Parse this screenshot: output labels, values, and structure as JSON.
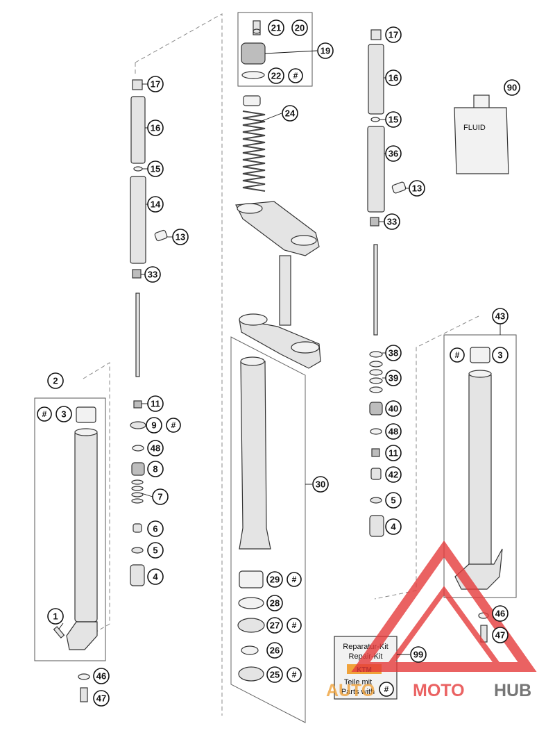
{
  "marker_hash": "#",
  "fluid_label": "FLUID",
  "kit_lines": [
    "Reparatur-Kit",
    "Repair-Kit",
    "Teile mit",
    "Parts with"
  ],
  "kit_logo": "KTM",
  "watermark": {
    "part1": "AUTO",
    "part2": "MOTO",
    "part3": "HUB",
    "color_red": "#e63b3b",
    "color_orange": "#f0a23a",
    "color_grey": "#555555"
  },
  "callouts": [
    {
      "num": "17"
    },
    {
      "num": "16"
    },
    {
      "num": "15"
    },
    {
      "num": "14"
    },
    {
      "num": "13"
    },
    {
      "num": "33"
    },
    {
      "num": "21"
    },
    {
      "num": "20"
    },
    {
      "num": "19"
    },
    {
      "num": "22"
    },
    {
      "num": "24"
    },
    {
      "num": "17"
    },
    {
      "num": "16"
    },
    {
      "num": "15"
    },
    {
      "num": "36"
    },
    {
      "num": "13"
    },
    {
      "num": "33"
    },
    {
      "num": "90"
    },
    {
      "num": "2"
    },
    {
      "num": "3"
    },
    {
      "num": "1"
    },
    {
      "num": "46"
    },
    {
      "num": "47"
    },
    {
      "num": "11"
    },
    {
      "num": "9"
    },
    {
      "num": "48"
    },
    {
      "num": "8"
    },
    {
      "num": "7"
    },
    {
      "num": "6"
    },
    {
      "num": "5"
    },
    {
      "num": "4"
    },
    {
      "num": "30"
    },
    {
      "num": "29"
    },
    {
      "num": "28"
    },
    {
      "num": "27"
    },
    {
      "num": "26"
    },
    {
      "num": "25"
    },
    {
      "num": "38"
    },
    {
      "num": "39"
    },
    {
      "num": "40"
    },
    {
      "num": "48"
    },
    {
      "num": "11"
    },
    {
      "num": "42"
    },
    {
      "num": "5"
    },
    {
      "num": "4"
    },
    {
      "num": "43"
    },
    {
      "num": "3"
    },
    {
      "num": "46"
    },
    {
      "num": "47"
    },
    {
      "num": "99"
    }
  ]
}
